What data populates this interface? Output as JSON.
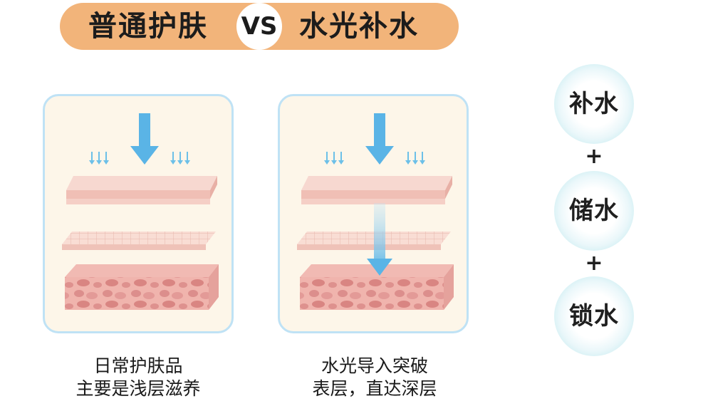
{
  "header": {
    "left_title": "普通护肤",
    "vs": "VS",
    "right_title": "水光补水"
  },
  "panels": [
    {
      "caption_line1": "日常护肤品",
      "caption_line2": "主要是浅层滋养"
    },
    {
      "caption_line1": "水光导入突破",
      "caption_line2": "表层，直达深层"
    }
  ],
  "steps": [
    "补水",
    "储水",
    "锁水"
  ],
  "plus": "+",
  "colors": {
    "title_bg": "#f2b47a",
    "panel_bg": "#fdf6e9",
    "panel_border": "#bfe2f5",
    "arrow": "#5ab4e6",
    "skin_top": "#f4c8c0",
    "skin_dermis": "#e9a5a0"
  }
}
